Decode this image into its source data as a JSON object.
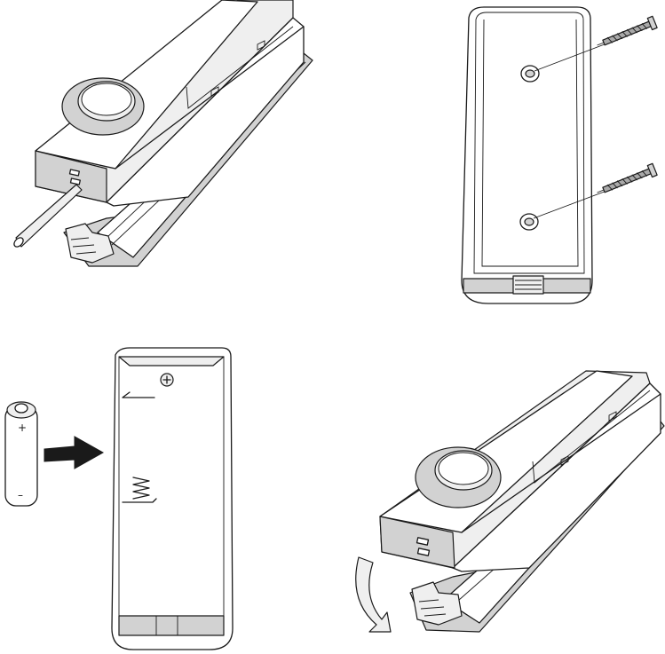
{
  "panels": [
    {
      "id": "open-housing",
      "description_icon": "screwdriver-release-icon"
    },
    {
      "id": "wall-mount",
      "description_icon": "screw-icon"
    },
    {
      "id": "insert-battery",
      "description_icon": "battery-icon"
    },
    {
      "id": "close-housing",
      "description_icon": "rotate-arrow-icon"
    }
  ],
  "battery": {
    "plus": "+",
    "minus": "–"
  },
  "colors": {
    "line": "#1a1a1a",
    "shade_light": "#efefef",
    "shade_mid": "#d2d2d2",
    "shade_dark": "#a9a9a9"
  }
}
